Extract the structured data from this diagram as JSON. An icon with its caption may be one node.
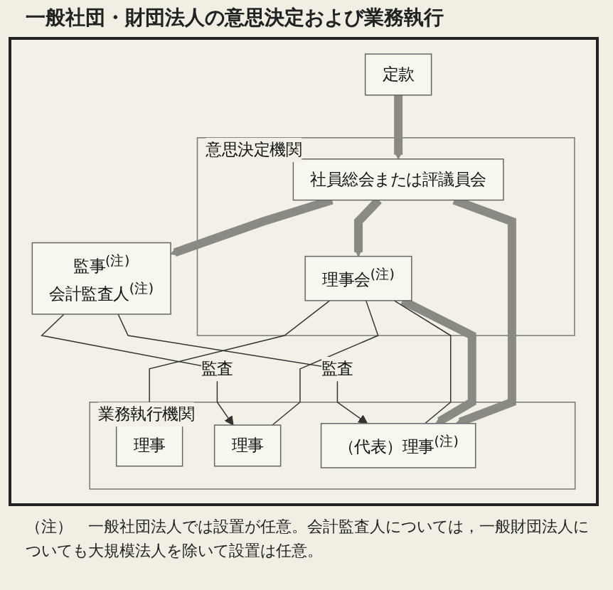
{
  "diagram": {
    "title": "一般社団・財団法人の意思決定および業務執行",
    "caption": "（注）　一般社団法人では設置が任意。会計監査人については，一般財団法人についても大規模法人を除いて設置は任意。",
    "nodes": [
      {
        "text": [
          "定款"
        ]
      },
      {
        "text": [
          "意思決定機関"
        ]
      },
      {
        "text": [
          "社員総会または評議員会"
        ],
        "in": 1
      },
      {
        "text": [
          "監事$^{(注)}$",
          "会計監査人$^{(注)}$"
        ]
      },
      {
        "text": [
          "理事会$^{(注)}$"
        ],
        "in": 1
      },
      {
        "text": [
          "業務執行機関"
        ]
      },
      {
        "text": [
          "理事"
        ],
        "in": 5
      },
      {
        "text": [
          "理事"
        ],
        "in": 5
      },
      {
        "text": [
          "（代表）理事$^{(注)}$"
        ],
        "in": 5
      }
    ],
    "edges": [
      {
        "from": 0,
        "to": 2,
        "arrow": "to",
        "style": "thick"
      },
      {
        "from": 2,
        "to": 4,
        "arrow": "to",
        "style": "thick"
      },
      {
        "from": 2,
        "to": 3,
        "arrow": "to",
        "style": "thick"
      },
      {
        "from": 2,
        "to": 8,
        "arrow": "to",
        "style": "thick"
      },
      {
        "from": 4,
        "to": 8,
        "arrow": "to",
        "style": "thick"
      },
      {
        "from": 4,
        "to": 6,
        "arrow": "none"
      },
      {
        "from": 4,
        "to": 7,
        "arrow": "none"
      },
      {
        "from": 4,
        "to": 8,
        "arrow": "none"
      },
      {
        "from": 3,
        "to": 7,
        "arrow": "to",
        "label": "監査"
      },
      {
        "from": 3,
        "to": 8,
        "arrow": "to",
        "label": "監査"
      }
    ]
  }
}
